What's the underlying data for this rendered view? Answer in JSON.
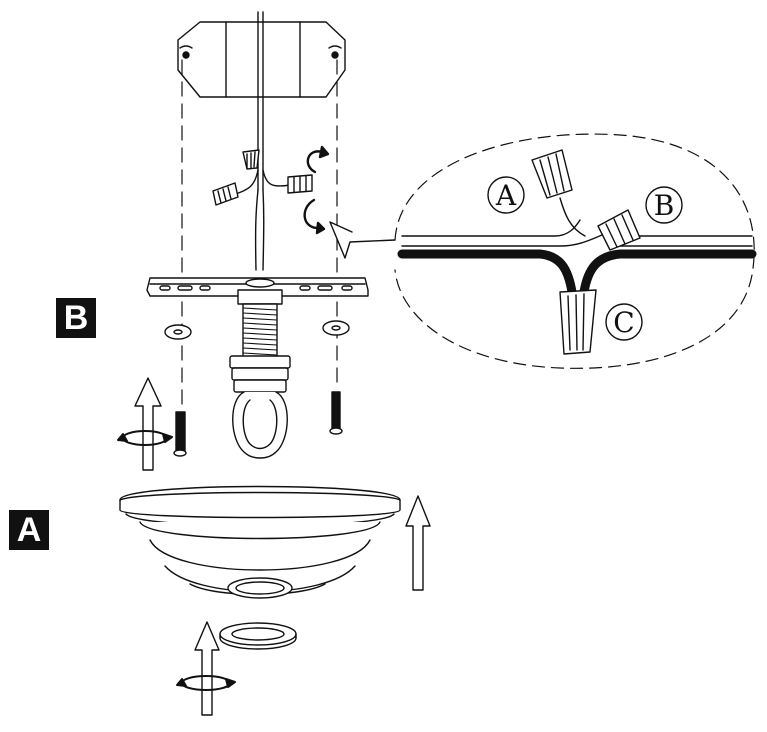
{
  "steps": {
    "a": "A",
    "b": "B"
  },
  "callouts": {
    "a": "A",
    "b": "B",
    "c": "C"
  },
  "colors": {
    "line": "#111111",
    "background": "#ffffff",
    "wire_black": "#111111",
    "wire_white": "#ffffff"
  },
  "icons": [
    "outlet-box",
    "mounting-strap",
    "threaded-nipple",
    "loop-hook",
    "screw",
    "washer",
    "canopy",
    "locking-ring",
    "wire-nut",
    "rotate-arrow",
    "up-arrow",
    "magnifier-bubble"
  ]
}
